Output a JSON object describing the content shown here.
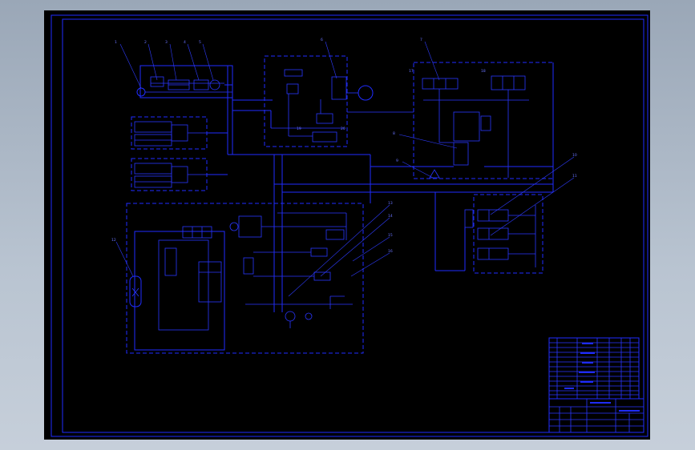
{
  "colors": {
    "background": "#aab6c4",
    "sheet": "#000000",
    "line": "#1f2cff",
    "label": "#6a74ff"
  },
  "callouts": {
    "c1": "1",
    "c2": "2",
    "c3": "3",
    "c4": "4",
    "c5": "5",
    "c6": "6",
    "c7": "7",
    "c8": "8",
    "c9": "9",
    "c10": "10",
    "c11": "11",
    "c12": "12",
    "c13": "13",
    "c14": "14",
    "c15": "15",
    "c16": "16",
    "c17": "17",
    "c18": "18",
    "c19": "19",
    "c20": "20"
  }
}
